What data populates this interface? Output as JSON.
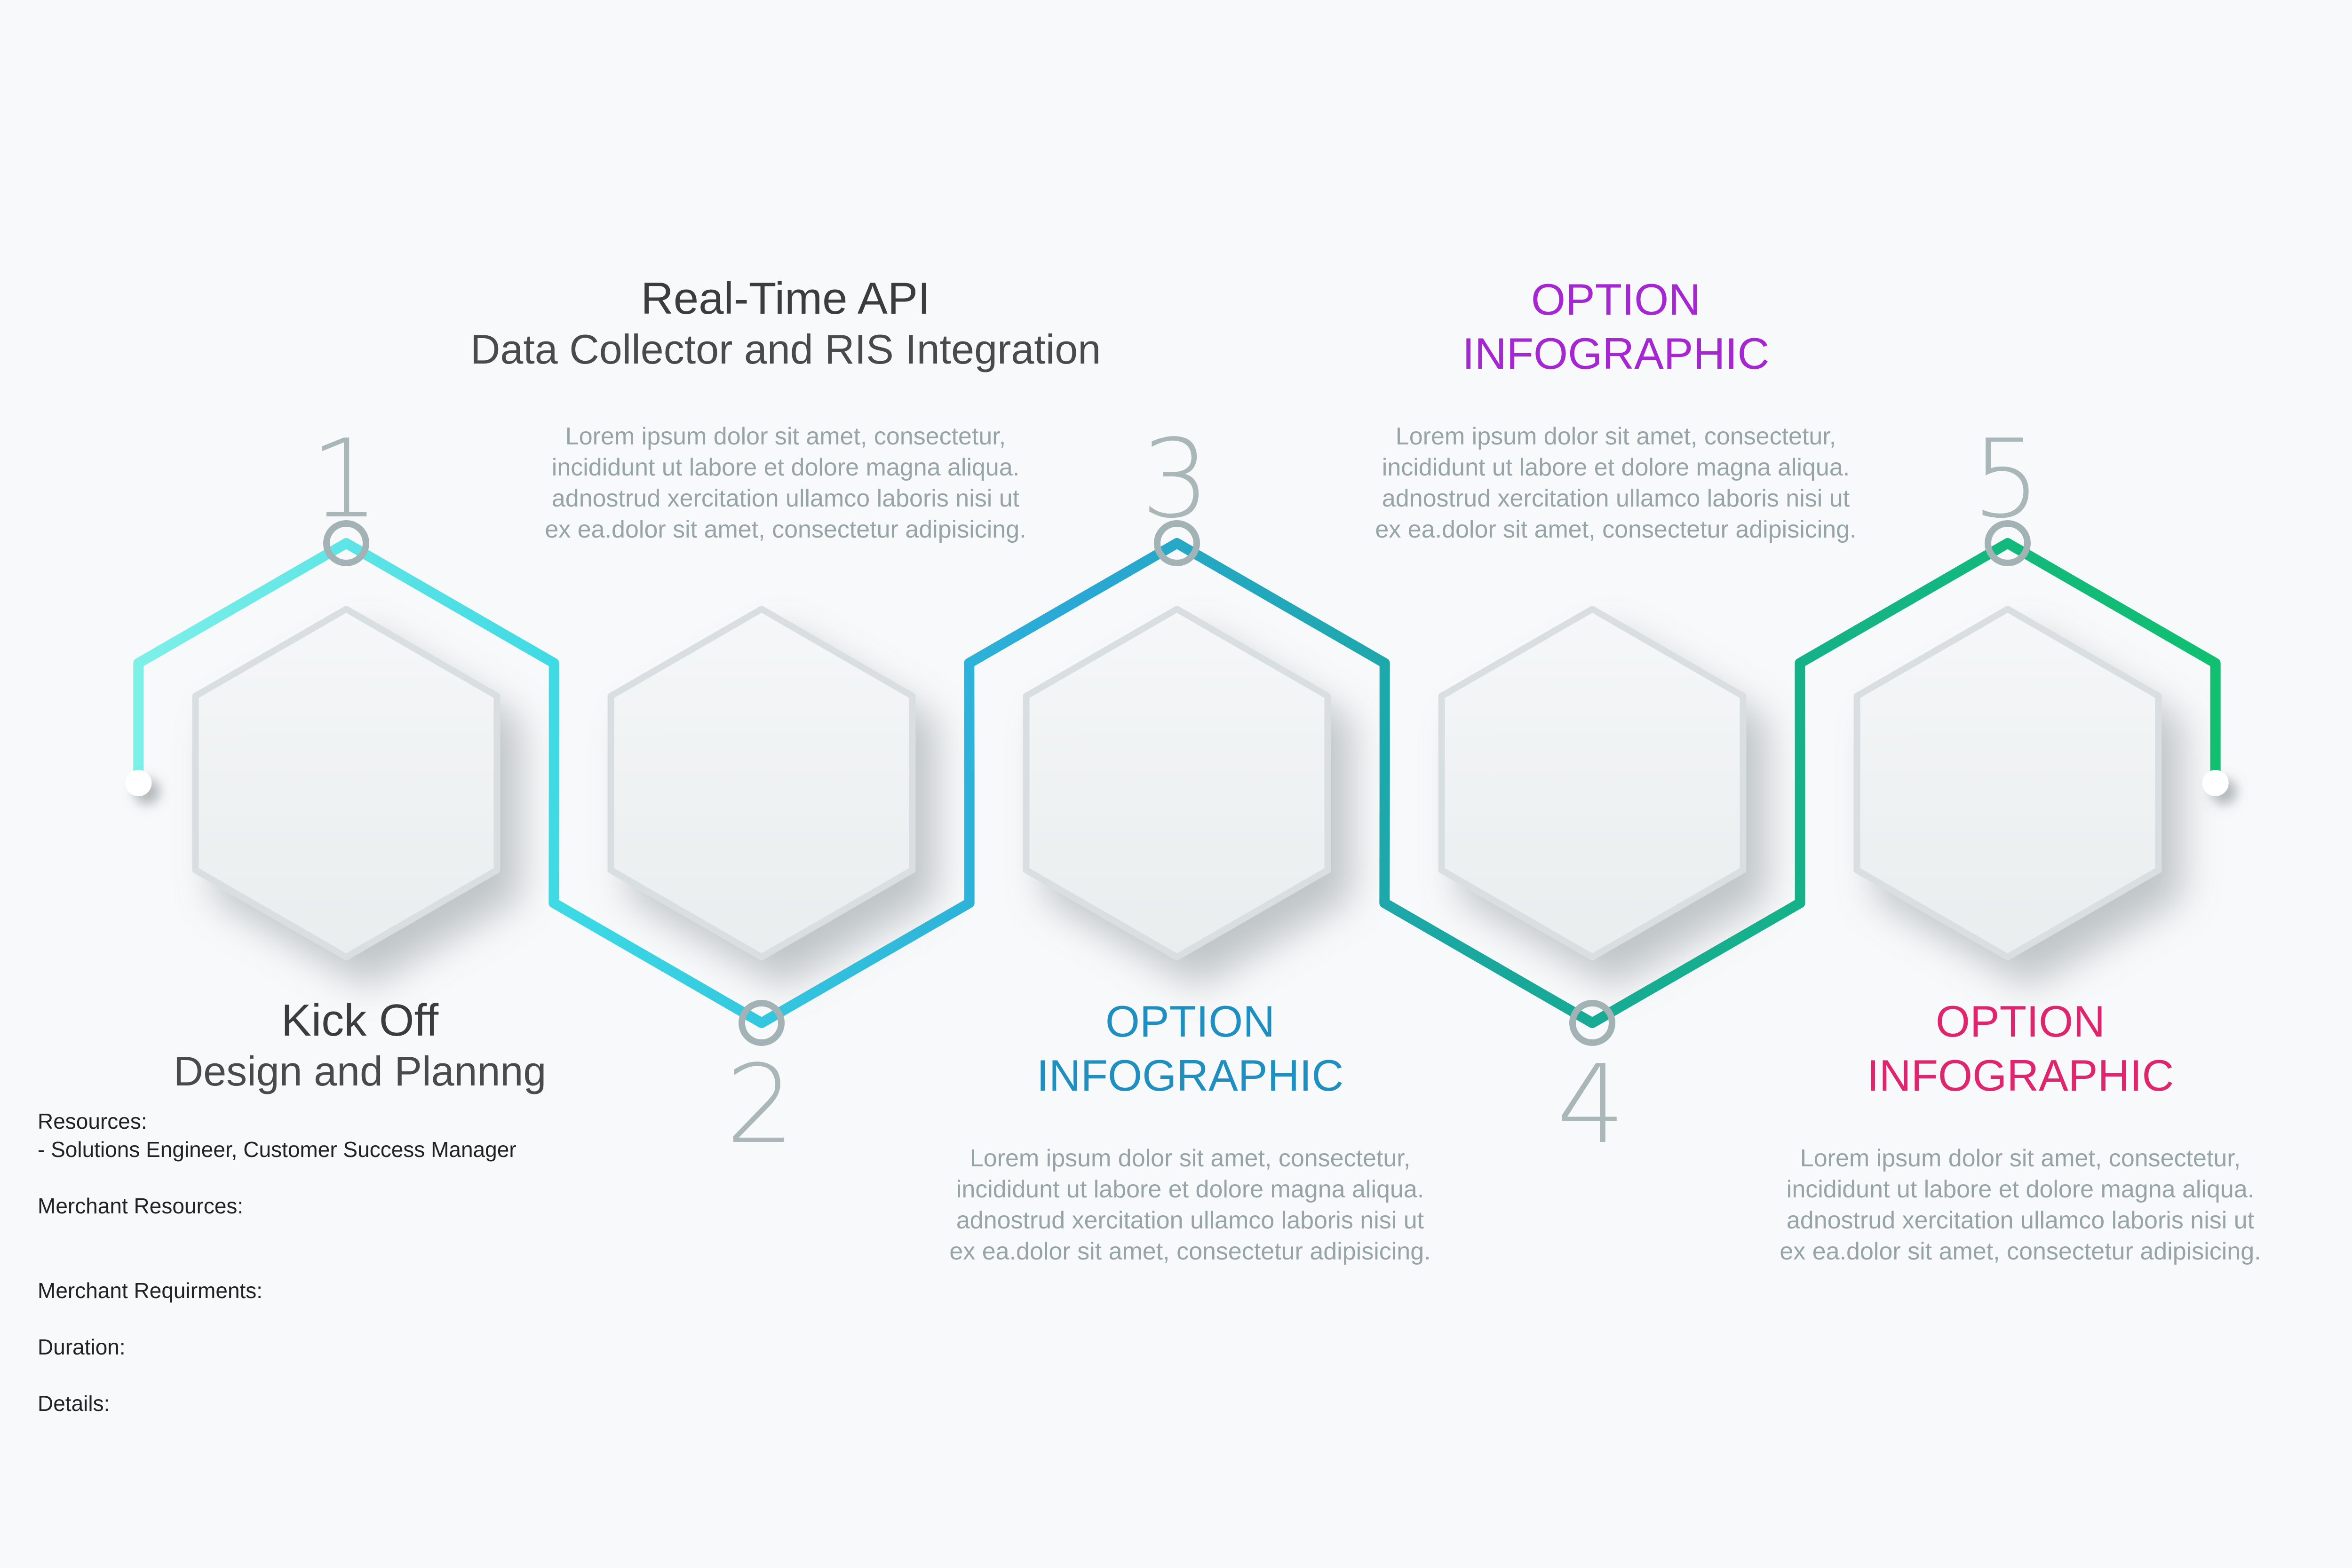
{
  "steps": [
    {
      "number": "1",
      "title": "Kick Off",
      "subtitle": "Design and Plannng",
      "color": "#55e0e4"
    },
    {
      "number": "2",
      "title": "Real-Time API",
      "subtitle": "Data Collector and RIS Integration",
      "body": [
        "Lorem ipsum dolor sit amet, consectetur,",
        "incididunt ut labore et dolore magna aliqua.",
        "adnostrud xercitation ullamco laboris nisi ut",
        "ex ea.dolor sit amet, consectetur adipisicing."
      ],
      "color": "#3fd2e0"
    },
    {
      "number": "3",
      "title": "OPTION",
      "subtitle": "INFOGRAPHIC",
      "body": [
        "Lorem ipsum dolor sit amet, consectetur,",
        "incididunt ut labore et dolore magna aliqua.",
        "adnostrud xercitation ullamco laboris nisi ut",
        "ex ea.dolor sit amet, consectetur adipisicing."
      ],
      "color": "#1f8fc2"
    },
    {
      "number": "4",
      "title": "OPTION",
      "subtitle": "INFOGRAPHIC",
      "body": [
        "Lorem ipsum dolor sit amet, consectetur,",
        "incididunt ut labore et dolore magna aliqua.",
        "adnostrud xercitation ullamco laboris nisi ut",
        "ex ea.dolor sit amet, consectetur adipisicing."
      ],
      "color": "#a626d3"
    },
    {
      "number": "5",
      "title": "OPTION",
      "subtitle": "INFOGRAPHIC",
      "body": [
        "Lorem ipsum dolor sit amet, consectetur,",
        "incididunt ut labore et dolore magna aliqua.",
        "adnostrud xercitation ullamco laboris nisi ut",
        "ex ea.dolor sit amet, consectetur adipisicing."
      ],
      "color": "#e0256e"
    }
  ],
  "resources": {
    "resources_label": "Resources:",
    "resources_value": "- Solutions Engineer, Customer Success Manager",
    "merchant_resources_label": "Merchant Resources:",
    "merchant_requirements_label": "Merchant Requirments:",
    "duration_label": "Duration:",
    "details_label": "Details:"
  },
  "colors": {
    "line_start": "#7ef0e8",
    "line_mid": "#3ad8e4",
    "line_blue": "#2aa8d6",
    "line_teal": "#18a89a",
    "line_green": "#10c070",
    "marker_ring": "#a3b2b4",
    "hexagon_fill": "#eef1f2",
    "hexagon_stroke": "#d9dfe0"
  }
}
